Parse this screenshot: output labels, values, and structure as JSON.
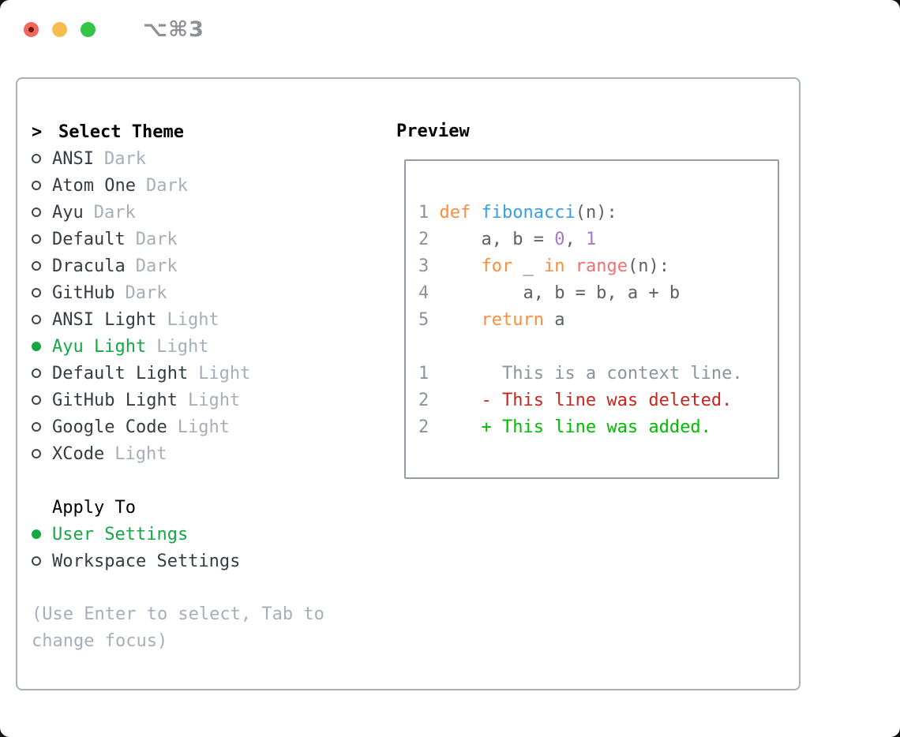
{
  "window": {
    "shortcut": "⌥⌘3",
    "traffic_lights": {
      "close_color": "#ee6a5e",
      "minimize_color": "#f5bd4f",
      "zoom_color": "#32c546"
    }
  },
  "theme_list": {
    "header": "Select Theme",
    "items": [
      {
        "name": "ANSI",
        "variant": "Dark",
        "selected": false
      },
      {
        "name": "Atom One",
        "variant": "Dark",
        "selected": false
      },
      {
        "name": "Ayu",
        "variant": "Dark",
        "selected": false
      },
      {
        "name": "Default",
        "variant": "Dark",
        "selected": false
      },
      {
        "name": "Dracula",
        "variant": "Dark",
        "selected": false
      },
      {
        "name": "GitHub",
        "variant": "Dark",
        "selected": false
      },
      {
        "name": "ANSI Light",
        "variant": "Light",
        "selected": false
      },
      {
        "name": "Ayu Light",
        "variant": "Light",
        "selected": true
      },
      {
        "name": "Default Light",
        "variant": "Light",
        "selected": false
      },
      {
        "name": "GitHub Light",
        "variant": "Light",
        "selected": false
      },
      {
        "name": "Google Code",
        "variant": "Light",
        "selected": false
      },
      {
        "name": "XCode",
        "variant": "Light",
        "selected": false
      }
    ]
  },
  "apply_to": {
    "header": "Apply To",
    "options": [
      {
        "label": "User Settings",
        "selected": true
      },
      {
        "label": "Workspace Settings",
        "selected": false
      }
    ]
  },
  "help_text": "(Use Enter to select, Tab to change focus)",
  "preview": {
    "header": "Preview",
    "code_lines": [
      [
        [
          "ln",
          "1 "
        ],
        [
          "kw",
          "def "
        ],
        [
          "fn",
          "fibonacci"
        ],
        [
          "tx",
          "(n):"
        ]
      ],
      [
        [
          "ln",
          "2 "
        ],
        [
          "tx",
          "    a, b = "
        ],
        [
          "nu",
          "0"
        ],
        [
          "tx",
          ", "
        ],
        [
          "nu",
          "1"
        ]
      ],
      [
        [
          "ln",
          "3 "
        ],
        [
          "tx",
          "    "
        ],
        [
          "kw",
          "for"
        ],
        [
          "tx",
          " _ "
        ],
        [
          "kw",
          "in"
        ],
        [
          "tx",
          " "
        ],
        [
          "rg",
          "range"
        ],
        [
          "tx",
          "(n):"
        ]
      ],
      [
        [
          "ln",
          "4 "
        ],
        [
          "tx",
          "        a, b = b, a + b"
        ]
      ],
      [
        [
          "ln",
          "5 "
        ],
        [
          "tx",
          "    "
        ],
        [
          "kw",
          "return"
        ],
        [
          "tx",
          " a"
        ]
      ],
      [],
      [
        [
          "ln",
          "1 "
        ],
        [
          "ctx",
          "      This is a context line."
        ]
      ],
      [
        [
          "ln",
          "2 "
        ],
        [
          "del",
          "    - This line was deleted."
        ]
      ],
      [
        [
          "ln",
          "2 "
        ],
        [
          "add",
          "    + This line was added."
        ]
      ]
    ]
  },
  "colors": {
    "selected_green": "#14a845",
    "added_green": "#00bd00",
    "deleted_red": "#c9251c",
    "keyword_orange": "#fa8d3e",
    "function_blue": "#399ee6",
    "range_coral": "#f07171",
    "number_purple": "#a37acc",
    "code_text": "#5c6166",
    "muted_gray": "#a6afb9",
    "line_number_gray": "#8b939c",
    "panel_border": "#a9b0b8"
  }
}
